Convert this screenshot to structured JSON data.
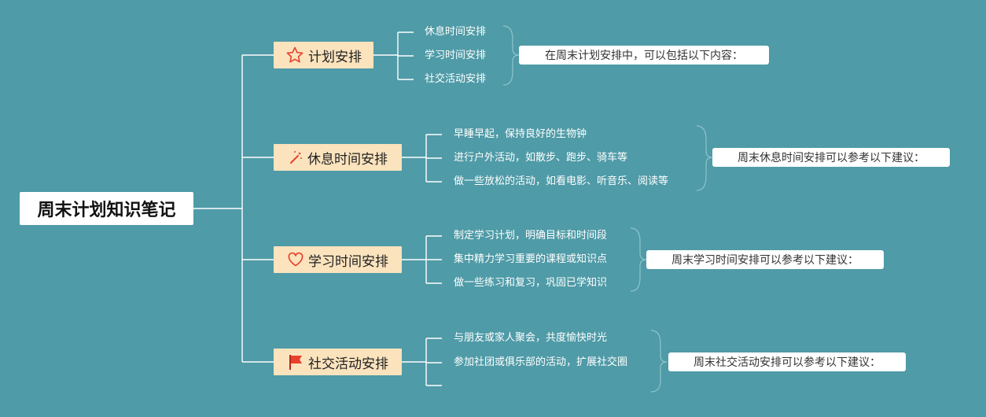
{
  "root": {
    "label": "周末计划知识笔记"
  },
  "branches": [
    {
      "label": "计划安排",
      "icon": "star-icon",
      "items": [
        "休息时间安排",
        "学习时间安排",
        "社交活动安排"
      ],
      "note": "在周末计划安排中，可以包括以下内容："
    },
    {
      "label": "休息时间安排",
      "icon": "wand-sparkle-icon",
      "items": [
        "早睡早起，保持良好的生物钟",
        "进行户外活动，如散步、跑步、骑车等",
        "做一些放松的活动，如看电影、听音乐、阅读等"
      ],
      "note": "周末休息时间安排可以参考以下建议："
    },
    {
      "label": "学习时间安排",
      "icon": "heart-icon",
      "items": [
        "制定学习计划，明确目标和时间段",
        "集中精力学习重要的课程或知识点",
        "做一些练习和复习，巩固已学知识"
      ],
      "note": "周末学习时间安排可以参考以下建议："
    },
    {
      "label": "社交活动安排",
      "icon": "flag-icon",
      "items": [
        "与朋友或家人聚会，共度愉快时光",
        "参加社团或俱乐部的活动，扩展社交圈",
        ""
      ],
      "note": "周末社交活动安排可以参考以下建议："
    }
  ],
  "colors": {
    "background": "#4f9ba7",
    "branch_fill": "#fbe3bd",
    "connector": "#ffffff",
    "icon_red": "#e8412c"
  }
}
